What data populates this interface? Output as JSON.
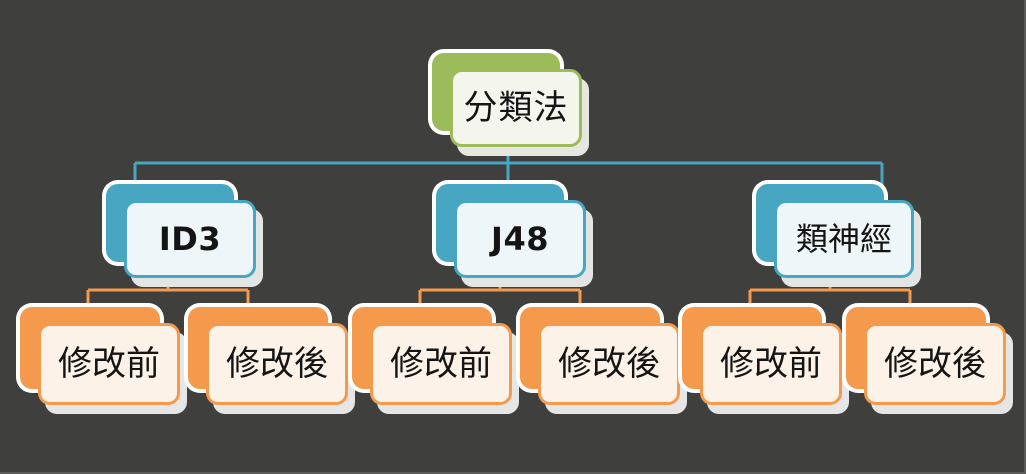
{
  "diagram": {
    "background_color": "#3f3f3e",
    "title_semantic": "classifier-comparison-tree",
    "palette": {
      "root": "#9cbb5a",
      "level2": "#47a6c2",
      "leaf": "#f59a4c",
      "root_card": "#f4f6ee",
      "level2_card": "#eef6f9",
      "leaf_card": "#fdf2e8",
      "text": "#141414",
      "shadow": "#e4e4e4"
    },
    "root": {
      "label": "分類法",
      "color": "#9cbb5a"
    },
    "branches": [
      {
        "label": "ID3",
        "color": "#47a6c2",
        "bold": true,
        "children": [
          {
            "label": "修改前",
            "color": "#f59a4c"
          },
          {
            "label": "修改後",
            "color": "#f59a4c"
          }
        ]
      },
      {
        "label": "J48",
        "color": "#47a6c2",
        "bold": true,
        "children": [
          {
            "label": "修改前",
            "color": "#f59a4c"
          },
          {
            "label": "修改後",
            "color": "#f59a4c"
          }
        ]
      },
      {
        "label": "類神經",
        "color": "#47a6c2",
        "bold": false,
        "children": [
          {
            "label": "修改前",
            "color": "#f59a4c"
          },
          {
            "label": "修改後",
            "color": "#f59a4c"
          }
        ]
      }
    ]
  }
}
